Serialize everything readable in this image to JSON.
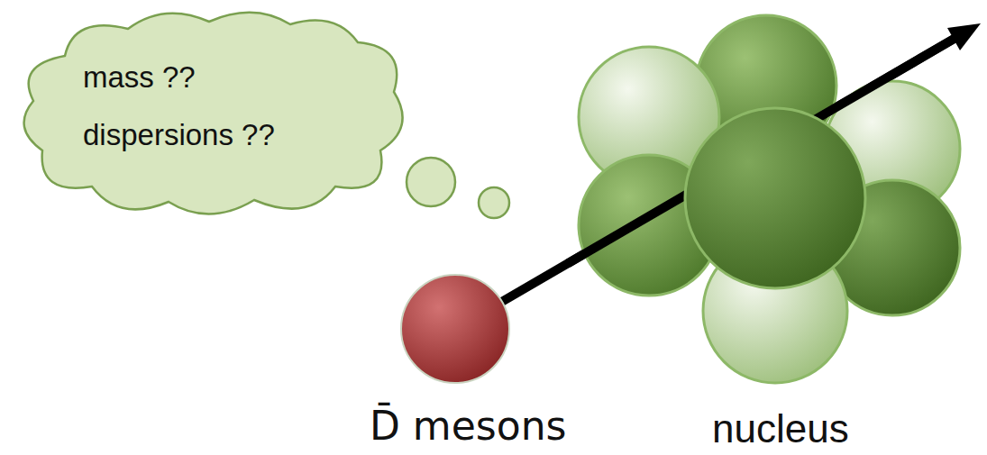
{
  "diagram": {
    "nodes": [
      {
        "text": [
          "mass ??",
          "dispersions ??"
        ]
      },
      {
        "text": [
          "D̄ mesons"
        ]
      },
      {
        "text": [
          "nucleus"
        ]
      }
    ]
  }
}
